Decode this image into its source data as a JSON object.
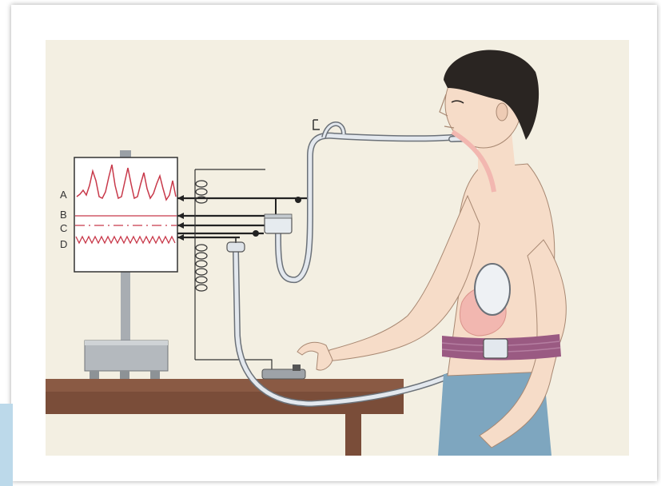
{
  "figure": {
    "trace_labels": [
      "A",
      "B",
      "C",
      "D"
    ]
  },
  "colors": {
    "background": "#f3efe2",
    "trace": "#c8394a",
    "skin": "#f6dcc8",
    "hair": "#2a2522",
    "table": "#8a5a44",
    "belt": "#9a5a82",
    "trousers": "#7ea6bf",
    "tube": "#dfe4ea",
    "stomach": "#f2b7b0"
  },
  "icons": [
    "recording-drum",
    "induction-coil",
    "pressure-transducer",
    "balloon",
    "pneumograph-belt",
    "signal-key"
  ]
}
